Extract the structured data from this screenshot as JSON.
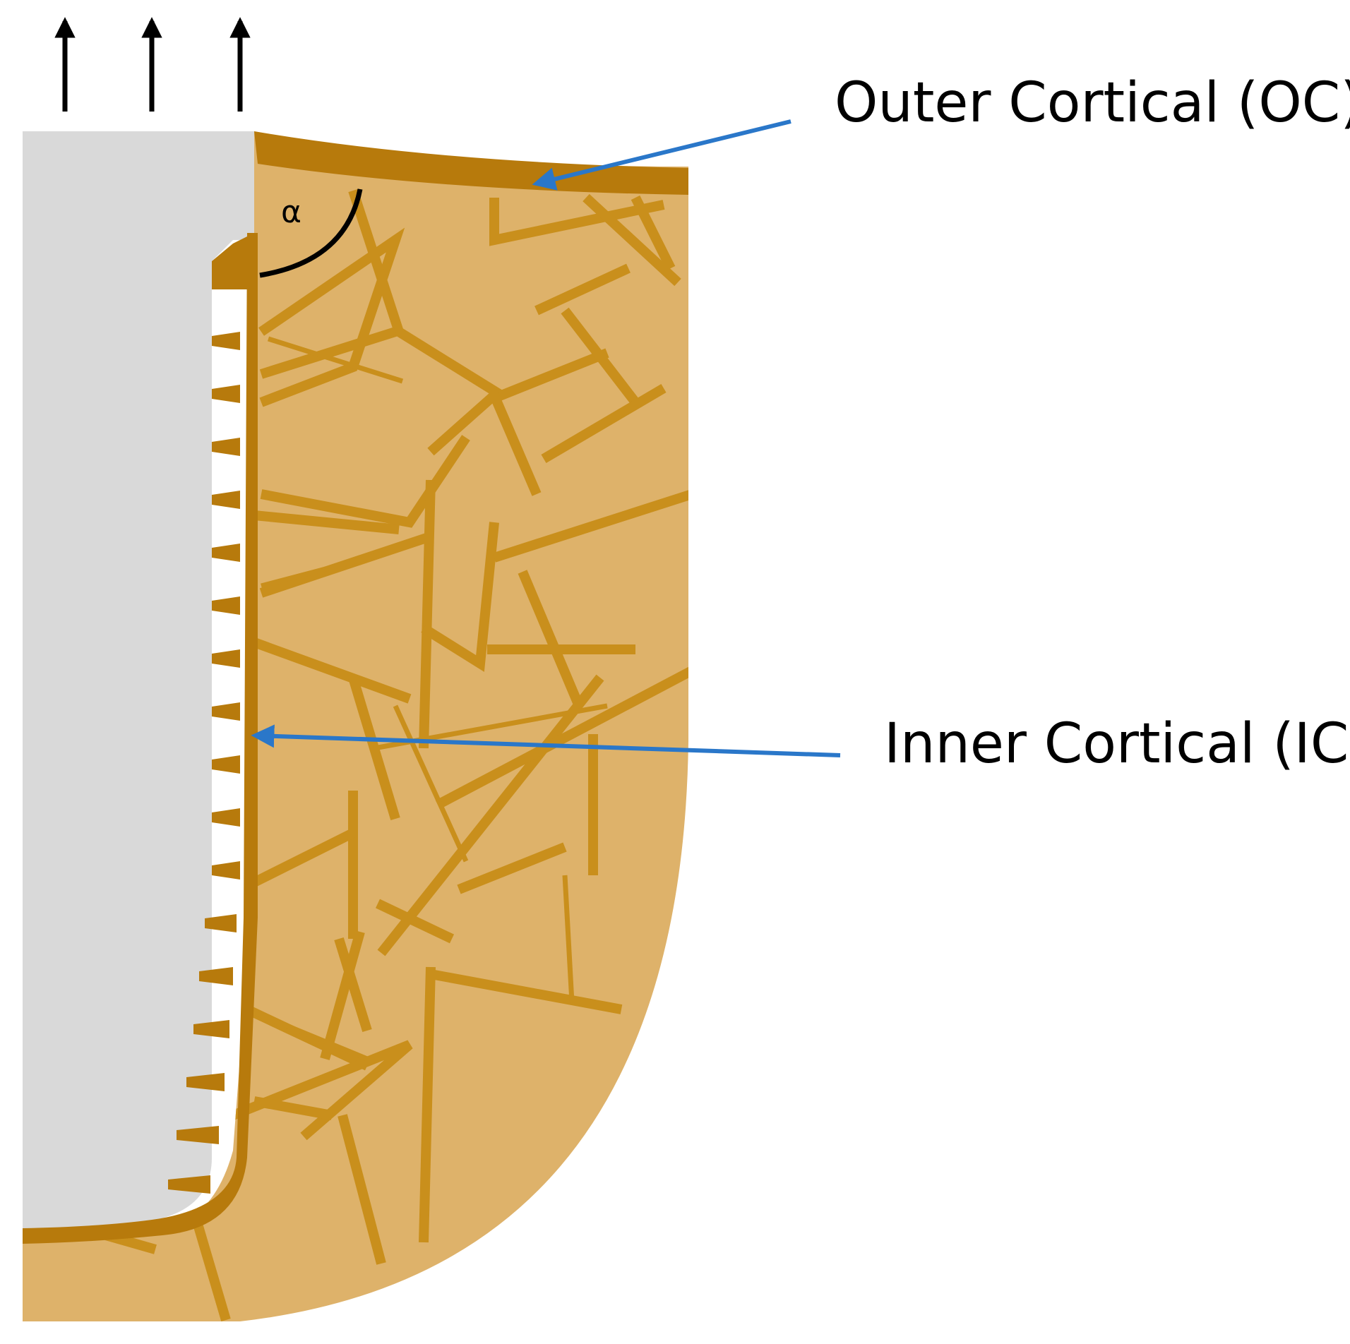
{
  "labels": {
    "outer_cortical": "Outer Cortical (OC)",
    "inner_cortical": "Inner Cortical (IC)",
    "angle_symbol": "α"
  },
  "icons": {
    "load_arrows": [
      "up-arrow-icon",
      "up-arrow-icon",
      "up-arrow-icon"
    ]
  },
  "colors": {
    "implant": "#d9d9d9",
    "cancellous_bone": "#deb26a",
    "cortical_bone": "#b77a0c",
    "trabeculae": "#c98f1c",
    "pointer_arrows": "#2a77c9",
    "load_arrows": "#000000"
  }
}
